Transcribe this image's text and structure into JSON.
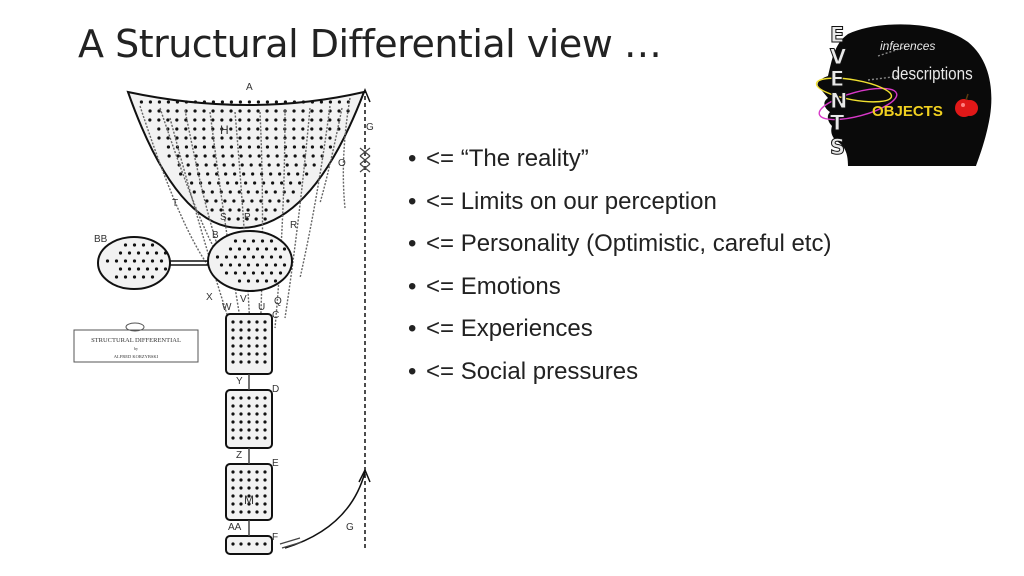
{
  "slide": {
    "title": "A Structural Differential view …",
    "bullets": [
      "<= “The reality”",
      "<= Limits on our perception",
      "<= Personality (Optimistic, careful etc)",
      "<= Emotions",
      "<= Experiences",
      "<= Social pressures"
    ]
  },
  "diagram": {
    "labels": {
      "a": "A",
      "g": "G",
      "o": "O",
      "t": "T",
      "s": "S",
      "p": "P",
      "r": "R",
      "b": "B",
      "bb": "BB",
      "x": "X",
      "w": "W",
      "v": "V",
      "u": "U",
      "q": "Q",
      "c": "C",
      "y": "Y",
      "d": "D",
      "z": "Z",
      "e": "E",
      "aa": "AA",
      "f": "F",
      "g2": "G",
      "m": "M",
      "h": "H"
    },
    "plaque_title": "STRUCTURAL DIFFERENTIAL",
    "plaque_by": "by",
    "plaque_author": "ALFRED KORZYBSKI"
  },
  "logo": {
    "events_letters": [
      "E",
      "V",
      "E",
      "N",
      "T",
      "S"
    ],
    "inferences": "inferences",
    "descriptions": "descriptions",
    "objects": "OBJECTS"
  }
}
